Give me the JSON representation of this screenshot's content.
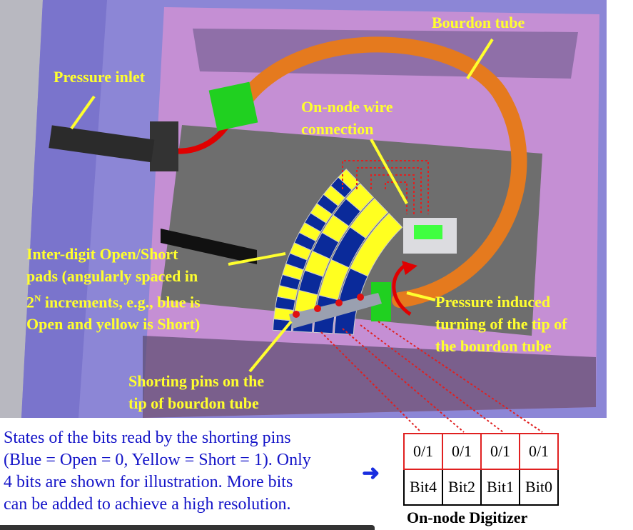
{
  "labels": {
    "bourdon_tube": "Bourdon tube",
    "pressure_inlet": "Pressure inlet",
    "wire_connection": [
      "On-node wire",
      "connection"
    ],
    "pads": [
      "Inter-digit Open/Short",
      "pads (angularly spaced in",
      "2",
      "N",
      " increments, e.g., blue is",
      "Open and  yellow is Short)"
    ],
    "pressure_turning": [
      "Pressure induced",
      "turning of the tip of",
      "the bourdon tube"
    ],
    "shorting_pins": [
      "Shorting pins on the",
      "tip of bourdon tube"
    ]
  },
  "note": [
    "States of the bits read by the shorting pins",
    "(Blue = Open = 0, Yellow = Short = 1). Only",
    "4 bits are shown for illustration. More bits",
    "can be added to achieve a high resolution."
  ],
  "arrow_icon": "right-arrow",
  "digitizer": {
    "values": [
      "0/1",
      "0/1",
      "0/1",
      "0/1"
    ],
    "bits": [
      "Bit4",
      "Bit2",
      "Bit1",
      "Bit0"
    ],
    "caption": "On-node Digitizer"
  },
  "colors": {
    "label": "#ffff2e",
    "note": "#1414c8",
    "pad_blue": "#0a2a9a",
    "pad_yellow": "#ffff20",
    "tube": "#f08a2a"
  }
}
